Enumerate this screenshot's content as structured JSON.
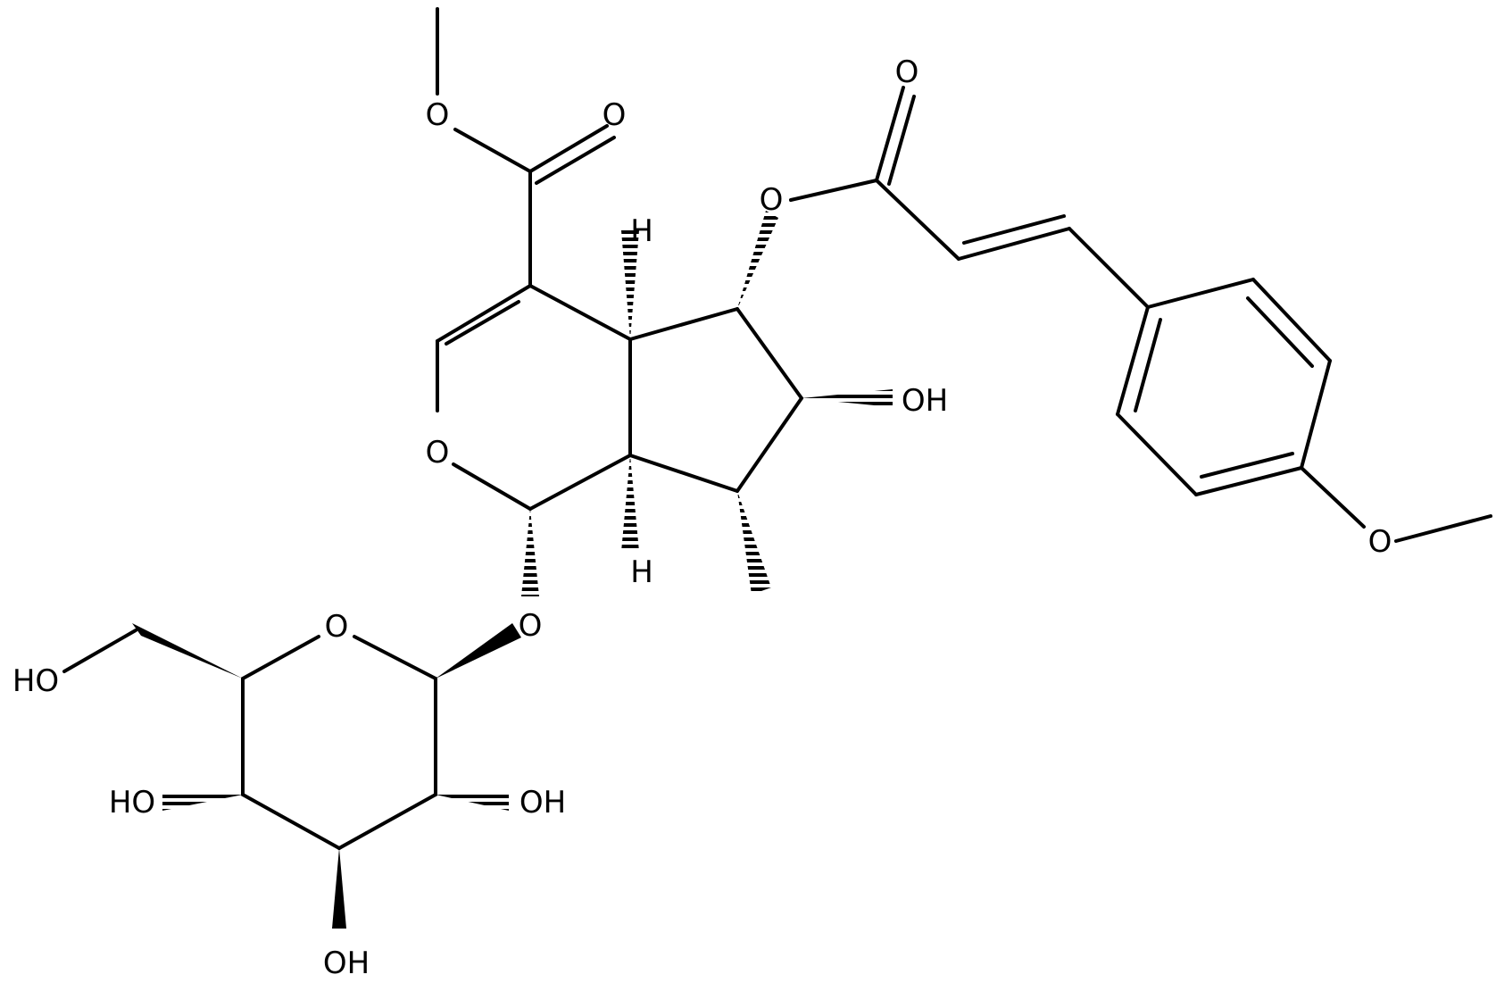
{
  "labels": {
    "ester_carbonyl_o": "O",
    "ester_methoxy_o": "O",
    "acyl_carbonyl_o": "O",
    "acyl_ester_o": "O",
    "ring_o": "O",
    "glycosidic_o": "O",
    "sugar_ring_o": "O",
    "aryl_methoxy_o": "O",
    "hydroxyl_c6": "OH",
    "hydroxyl_ch2oh": "HO",
    "hydroxyl_c4": "HO",
    "hydroxyl_c2": "OH",
    "hydroxyl_c3": "OH",
    "h_upper": "H",
    "h_lower": "H"
  },
  "colors": {
    "ink": "#000000",
    "background": "#ffffff"
  }
}
